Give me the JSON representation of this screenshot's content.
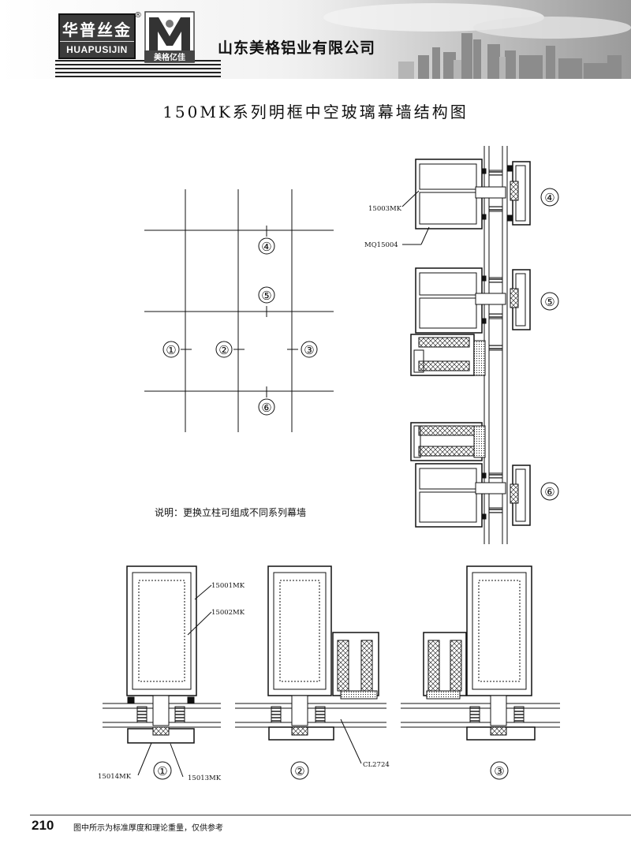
{
  "header": {
    "brand_cn": "华普丝金",
    "brand_en": "HUAPUSIJIN",
    "reg_mark": "®",
    "logo_sub": "美格亿佳",
    "company": "山东美格铝业有限公司"
  },
  "title": "150MK系列明框中空玻璃幕墙结构图",
  "grid_markers": [
    "①",
    "②",
    "③",
    "④",
    "⑤",
    "⑥"
  ],
  "note": "说明：更换立柱可组成不同系列幕墙",
  "part_labels": {
    "p15003": "15003MK",
    "pMQ15004": "MQ15004",
    "p15001": "15001MK",
    "p15002": "15002MK",
    "p15014": "15014MK",
    "p15013": "15013MK",
    "pCL2724": "CL2724"
  },
  "section_markers": {
    "s4": "④",
    "s5": "⑤",
    "s6": "⑥",
    "s1": "①",
    "s2": "②",
    "s3": "③"
  },
  "footer": {
    "page_number": "210",
    "note": "图中所示为标准厚度和理论重量，仅供参考"
  }
}
